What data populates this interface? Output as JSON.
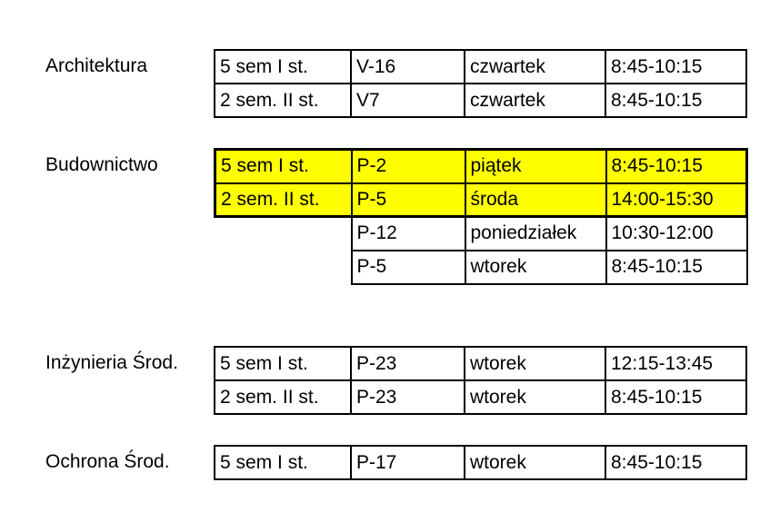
{
  "highlight_color": "#ffff00",
  "columns": [
    "semester",
    "room",
    "day",
    "time"
  ],
  "sections": [
    {
      "label": "Architektura",
      "rows": [
        {
          "highlight": false,
          "cells": [
            "5 sem I st.",
            "V-16",
            "czwartek",
            "8:45-10:15"
          ]
        },
        {
          "highlight": false,
          "cells": [
            "2 sem. II st.",
            "V7",
            "czwartek",
            "8:45-10:15"
          ]
        }
      ]
    },
    {
      "label": "Budownictwo",
      "rows": [
        {
          "highlight": true,
          "cells": [
            "5 sem I st.",
            "P-2",
            "piątek",
            "8:45-10:15"
          ]
        },
        {
          "highlight": true,
          "cells": [
            "2 sem. II st.",
            "P-5",
            "środa",
            "14:00-15:30"
          ]
        },
        {
          "highlight": false,
          "cells": [
            "",
            "P-12",
            "poniedziałek",
            "10:30-12:00"
          ]
        },
        {
          "highlight": false,
          "cells": [
            "",
            "P-5",
            "wtorek",
            "8:45-10:15"
          ]
        }
      ]
    },
    {
      "label": "Inżynieria Środ.",
      "rows": [
        {
          "highlight": false,
          "cells": [
            "5 sem I st.",
            "P-23",
            "wtorek",
            "12:15-13:45"
          ]
        },
        {
          "highlight": false,
          "cells": [
            "2 sem. II st.",
            "P-23",
            "wtorek",
            "8:45-10:15"
          ]
        }
      ]
    },
    {
      "label": "Ochrona Środ.",
      "rows": [
        {
          "highlight": false,
          "cells": [
            "5 sem I st.",
            "P-17",
            "wtorek",
            "8:45-10:15"
          ]
        }
      ]
    }
  ]
}
